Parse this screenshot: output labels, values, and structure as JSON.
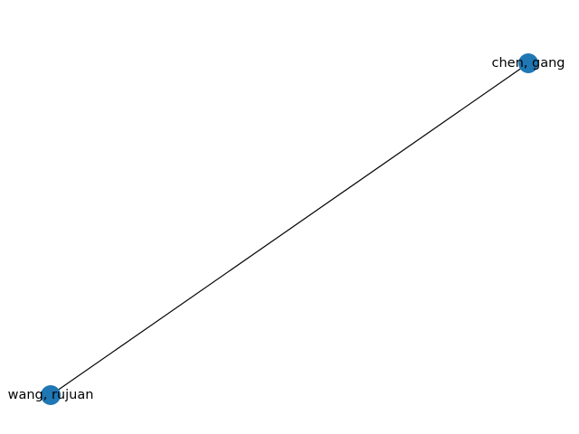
{
  "graph": {
    "nodes": [
      {
        "id": "chen",
        "label": "chen, gang"
      },
      {
        "id": "wang",
        "label": "wang, rujuan"
      }
    ],
    "edges": [
      {
        "source": "chen",
        "target": "wang"
      }
    ],
    "colors": {
      "node_fill": "#1f77b4",
      "edge_stroke": "#000000",
      "label_text": "#000000",
      "background": "#ffffff"
    }
  }
}
